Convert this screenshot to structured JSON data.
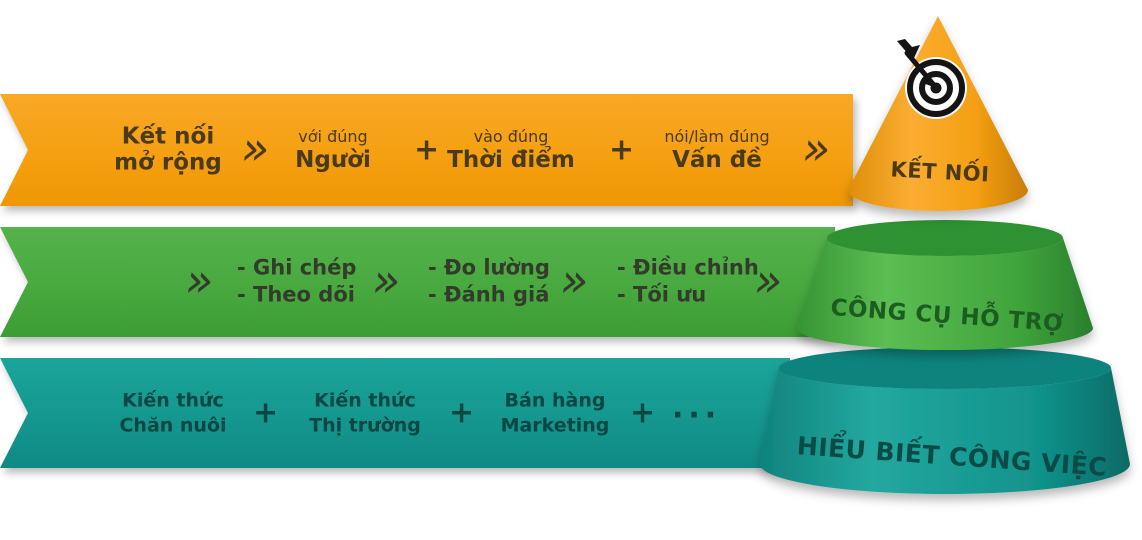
{
  "colors": {
    "orange": "#F5A011",
    "green": "#48A93F",
    "teal": "#14978F",
    "orange_text": "#4A3A1C",
    "green_text": "#333B2B",
    "teal_text": "#0A4643",
    "tier1_label_color": "#4B3A14",
    "tier2_label_color": "#1D5C21",
    "tier3_label_color": "#0B4B47"
  },
  "symbols": {
    "chevron": "»",
    "plus": "+",
    "ellipsis": "..."
  },
  "icons": {
    "target_icon": "bullseye-with-dart"
  },
  "banner_connect": {
    "title_line1": "Kết nối",
    "title_line2": "mở rộng",
    "items": [
      {
        "small": "với đúng",
        "big": "Người"
      },
      {
        "small": "vào đúng",
        "big": "Thời điểm"
      },
      {
        "small": "nói/làm đúng",
        "big": "Vấn đề"
      }
    ]
  },
  "banner_tools": {
    "groups": [
      {
        "line1": "- Ghi chép",
        "line2": "- Theo dõi"
      },
      {
        "line1": "- Đo lường",
        "line2": "- Đánh giá"
      },
      {
        "line1": "- Điều chỉnh",
        "line2": "- Tối ưu"
      }
    ]
  },
  "banner_knowledge": {
    "items": [
      {
        "line1": "Kiến thức",
        "line2": "Chăn nuôi"
      },
      {
        "line1": "Kiến thức",
        "line2": "Thị trường"
      },
      {
        "line1": "Bán hàng",
        "line2": "Marketing"
      }
    ]
  },
  "pyramid": {
    "tier1_label": "KẾT NỐI",
    "tier2_label": "CÔNG CỤ HỖ TRỢ",
    "tier3_label": "HIỂU BIẾT CÔNG VIỆC"
  }
}
